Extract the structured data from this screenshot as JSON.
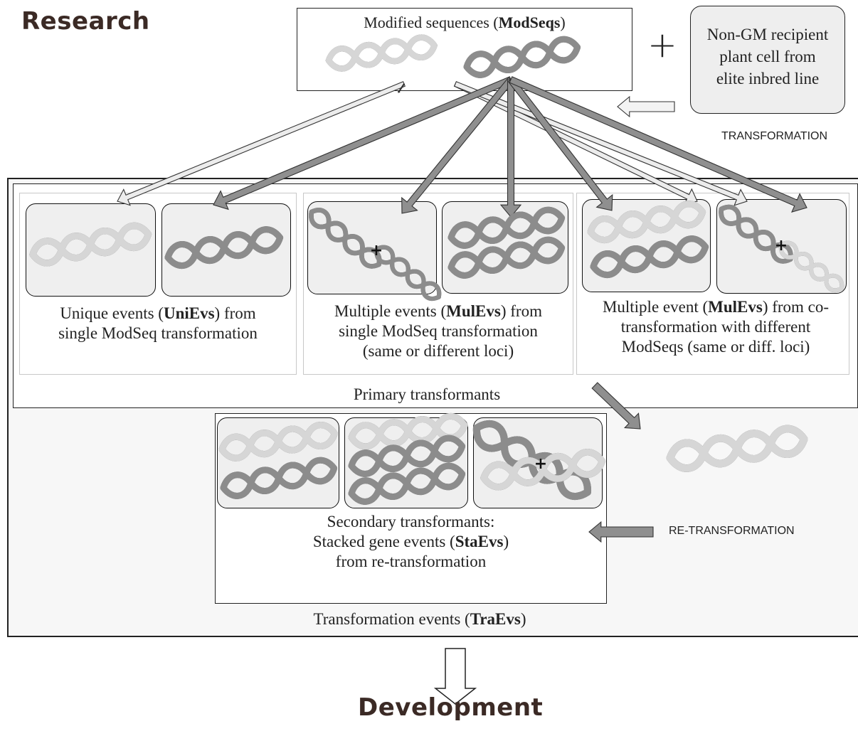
{
  "heading_top": "Research",
  "heading_bottom": "Development",
  "modseq_box": {
    "label_pre": "Modified sequences (",
    "label_bold": "ModSeqs",
    "label_post": ")"
  },
  "plus_sign": "+",
  "recipient_box": {
    "line1": "Non-GM recipient",
    "line2": "plant cell from",
    "line3": "elite inbred line"
  },
  "transformation_label": "TRANSFORMATION",
  "retransformation_label": "RE-TRANSFORMATION",
  "panels": {
    "unievs": {
      "l1_pre": "Unique events (",
      "l1_bold": "UniEvs",
      "l1_post": ") from",
      "l2": "single ModSeq transformation"
    },
    "mulevs_single": {
      "l1_pre": "Multiple events (",
      "l1_bold": "MulEvs",
      "l1_post": ") from",
      "l2": "single ModSeq transformation",
      "l3": "(same or different loci)"
    },
    "mulevs_co": {
      "l1_pre": "Multiple event (",
      "l1_bold": "MulEvs",
      "l1_post": ") from co-",
      "l2": "transformation with different",
      "l3": "ModSeqs (same or diff. loci)"
    }
  },
  "primary_label": "Primary transformants",
  "secondary": {
    "l1": "Secondary transformants:",
    "l2_pre": "Stacked gene events (",
    "l2_bold": "StaEvs",
    "l2_post": ")",
    "l3": "from re-transformation"
  },
  "traevs": {
    "pre": "Transformation events (",
    "bold": "TraEvs",
    "post": ")"
  },
  "colors": {
    "dark_dna": "#8c8c8c",
    "light_dna": "#d6d6d6",
    "arrow_dark": "#8f8f8f",
    "arrow_light": "#ececec",
    "panel_bg": "#fafafa"
  }
}
